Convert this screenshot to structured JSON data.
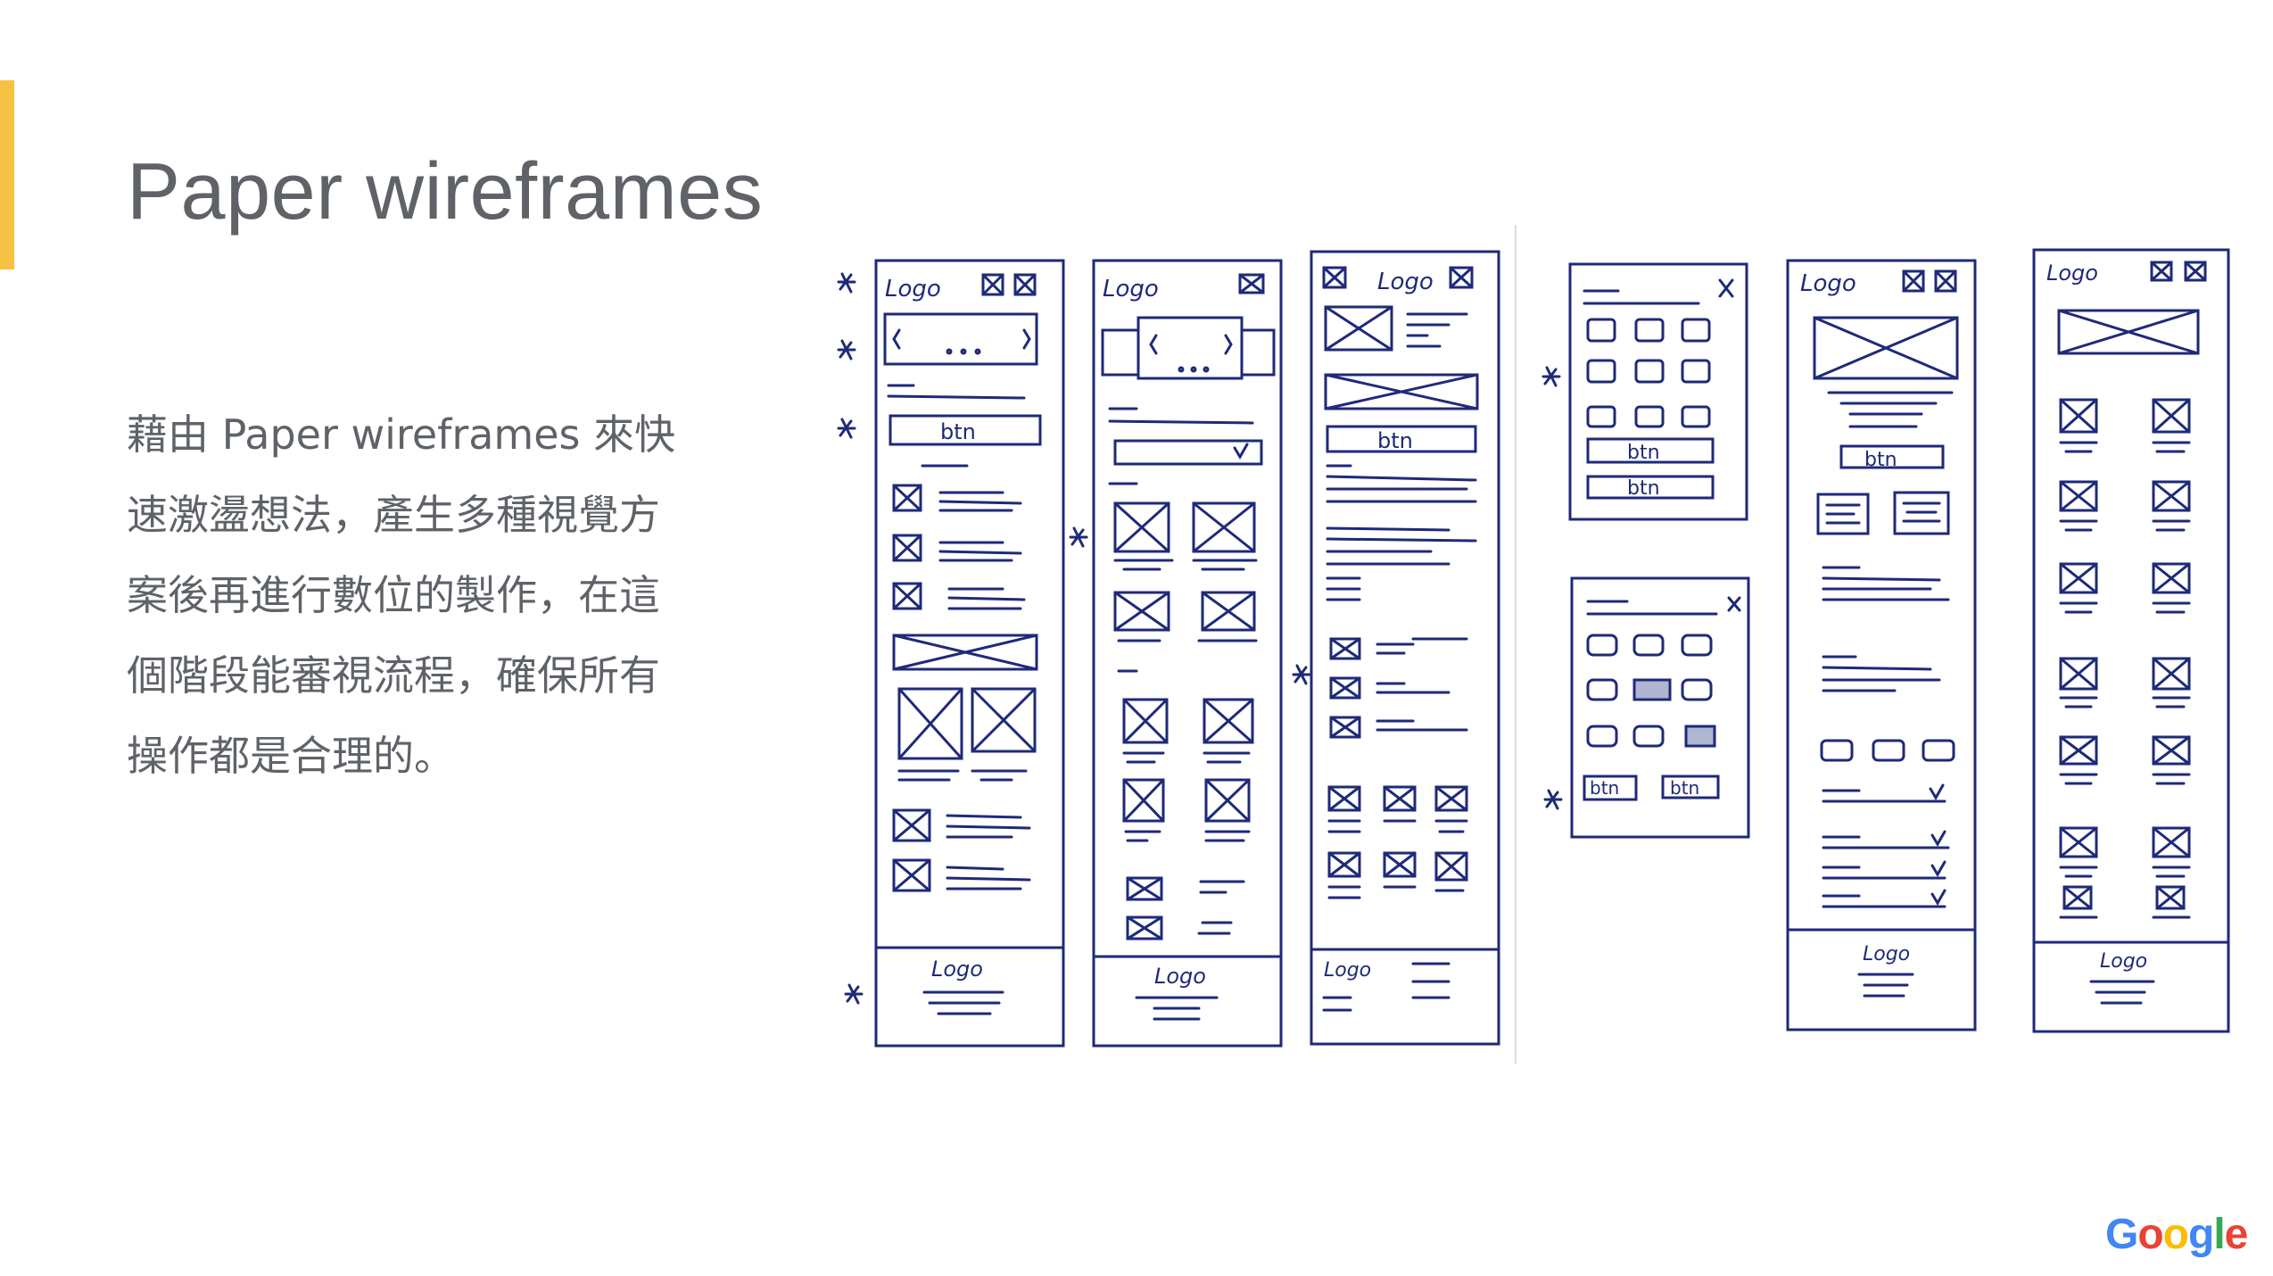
{
  "slide": {
    "title": "Paper wireframes",
    "body_lines": [
      "藉由 Paper wireframes 來快",
      "速激盪想法，產生多種視覺方",
      "案後再進行數位的製作，在這",
      "個階段能審視流程，確保所有",
      "操作都是合理的。"
    ],
    "accent_color": "#F6C244",
    "text_color": "#5F6368"
  },
  "sketch": {
    "ink_color": "#1E2A78",
    "wireframes": [
      {
        "header": "Logo",
        "btn": "btn",
        "footer": "Logo"
      },
      {
        "header": "Logo",
        "footer": "Logo"
      },
      {
        "header": "Logo",
        "btn": "btn",
        "footer": "Logo"
      },
      {
        "modal_buttons": [
          "btn",
          "btn"
        ]
      },
      {
        "modal_buttons": [
          "btn",
          "btn"
        ]
      },
      {
        "header": "Logo",
        "btn": "btn",
        "footer": "Logo"
      },
      {
        "header": "Logo",
        "footer": "Logo"
      }
    ]
  },
  "brand": {
    "letters": [
      "G",
      "o",
      "o",
      "g",
      "l",
      "e"
    ],
    "colors": [
      "#4285F4",
      "#EA4335",
      "#FBBC05",
      "#4285F4",
      "#34A853",
      "#EA4335"
    ]
  }
}
